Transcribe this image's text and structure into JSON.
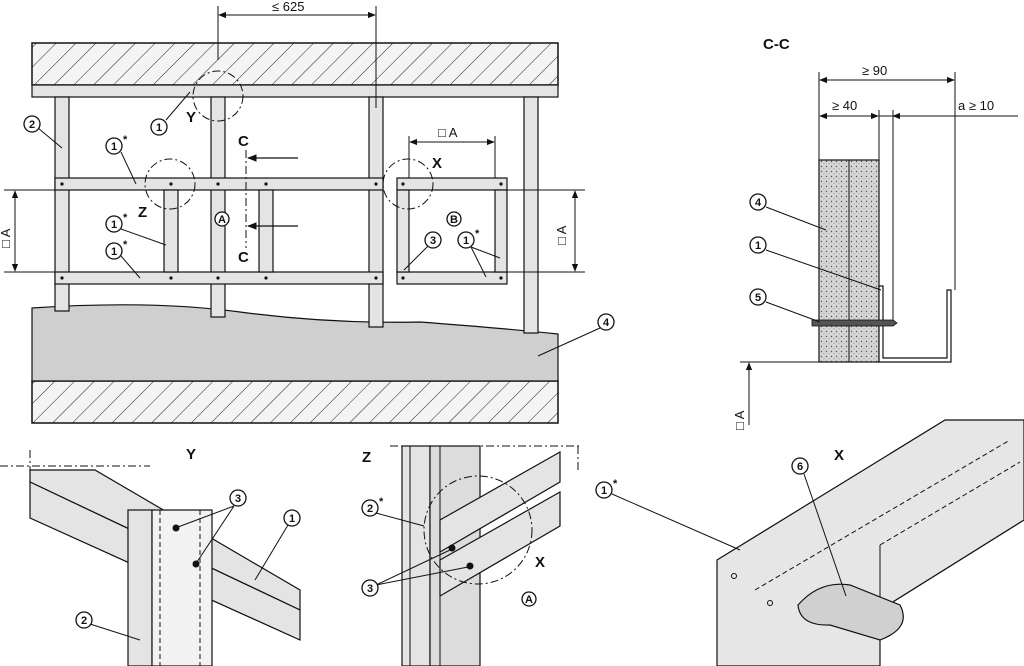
{
  "dimensions": {
    "max_spacing": "≤ 625",
    "grid_A": "□ A",
    "min_90": "≥ 90",
    "min_40": "≥ 40",
    "a_min_10": "a ≥ 10"
  },
  "sections": {
    "cc": "C-C",
    "c": "C",
    "x": "X",
    "y": "Y",
    "z": "Z"
  },
  "callouts": {
    "c1": "1",
    "c2": "2",
    "c3": "3",
    "c4": "4",
    "c5": "5",
    "c6": "6",
    "a": "A",
    "b": "B",
    "star": "*"
  }
}
